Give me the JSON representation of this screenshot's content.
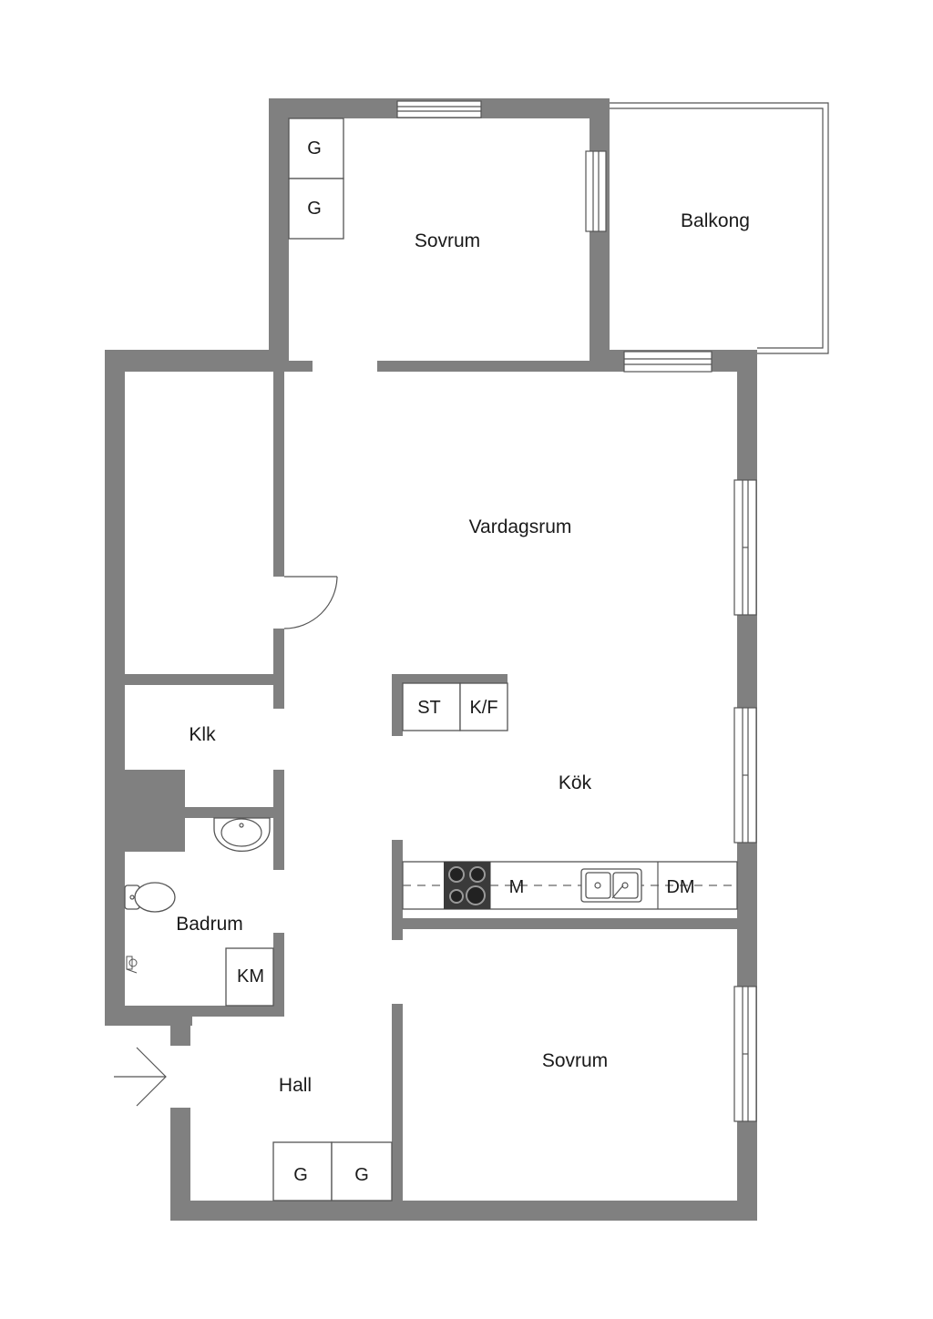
{
  "rooms": {
    "sovrum_top": "Sovrum",
    "balkong": "Balkong",
    "vardagsrum": "Vardagsrum",
    "klk": "Klk",
    "kok": "Kök",
    "badrum": "Badrum",
    "hall": "Hall",
    "sovrum_bottom": "Sovrum"
  },
  "fixtures": {
    "wardrobe_top_1": "G",
    "wardrobe_top_2": "G",
    "stove_unit": "ST",
    "fridge_freezer": "K/F",
    "microwave": "M",
    "dishwasher": "DM",
    "washing_machine": "KM",
    "wardrobe_hall_1": "G",
    "wardrobe_hall_2": "G"
  },
  "colors": {
    "wall": "#808080",
    "background": "#ffffff",
    "line": "#555555"
  }
}
